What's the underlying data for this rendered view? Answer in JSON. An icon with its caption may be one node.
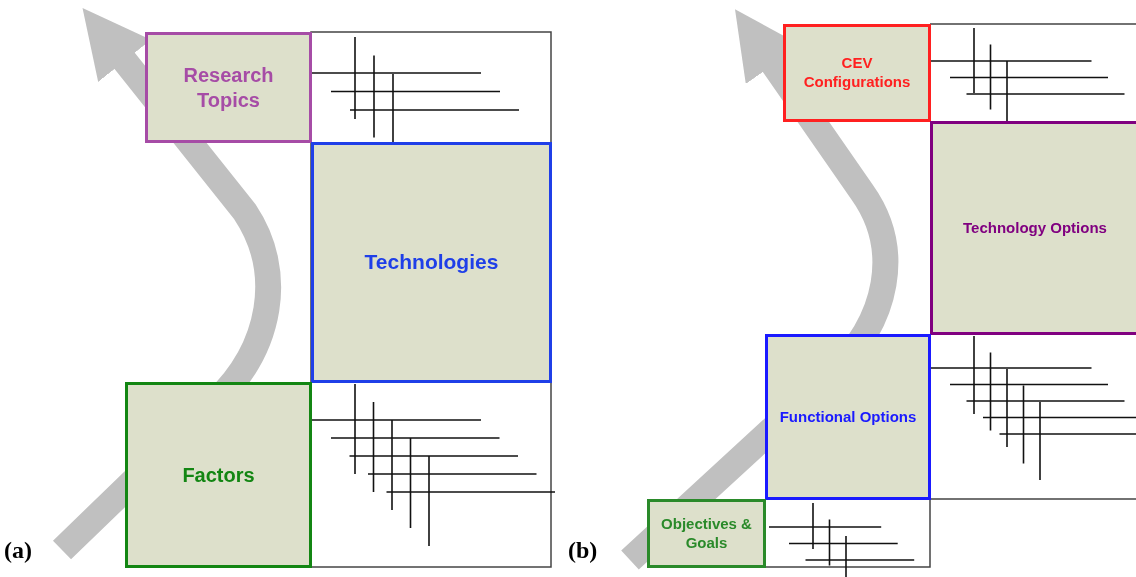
{
  "diagram": {
    "nodes": [
      {
        "text": [
          "Research Topics"
        ]
      },
      {
        "text": [
          "Technologies"
        ]
      },
      {
        "text": [
          "Factors"
        ]
      },
      {
        "text": [
          "CEV Configurations"
        ]
      },
      {
        "text": [
          "Technology Options"
        ]
      },
      {
        "text": [
          "Functional Options"
        ]
      },
      {
        "text": [
          "Objectives & Goals"
        ]
      }
    ],
    "edges": [],
    "labels": [
      "(a)",
      "(b)"
    ]
  }
}
